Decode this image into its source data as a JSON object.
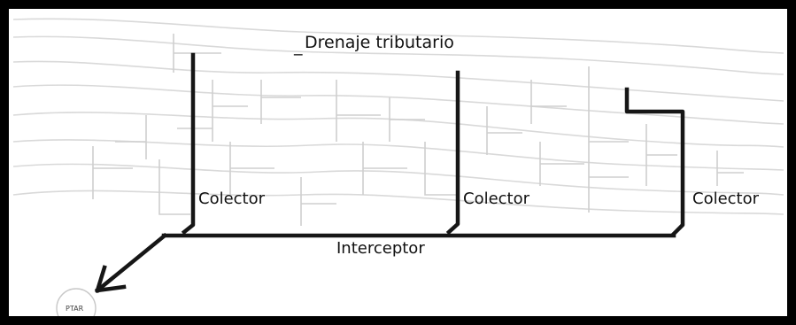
{
  "diagram": {
    "title_marker": "_",
    "title": "Drenaje tributario",
    "collectors": [
      {
        "label": "Colector"
      },
      {
        "label": "Colector"
      },
      {
        "label": "Colector"
      }
    ],
    "interceptor": {
      "label": "Interceptor"
    },
    "treatment_plant": {
      "label": "PTAR"
    },
    "colors": {
      "background": "#ffffff",
      "frame": "#000000",
      "main_pipes": "#161616",
      "tributary_lines": "#d0d0d0"
    }
  }
}
